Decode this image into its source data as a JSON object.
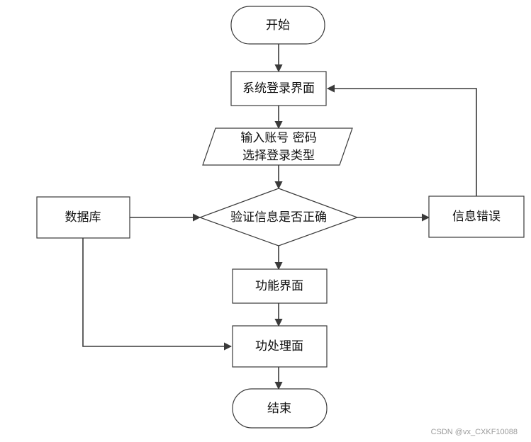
{
  "diagram": {
    "nodes": {
      "start": "开始",
      "login_page": "系统登录界面",
      "input_line1": "输入账号 密码",
      "input_line2": "选择登录类型",
      "database": "数据库",
      "validate": "验证信息是否正确",
      "error": "信息错误",
      "function_page": "功能界面",
      "process_page": "功处理面",
      "end": "结束"
    },
    "watermark": "CSDN @vx_CXKF10088",
    "colors": {
      "stroke": "#3a3a3a",
      "text": "#111111",
      "watermark": "#9a9a9a"
    }
  }
}
